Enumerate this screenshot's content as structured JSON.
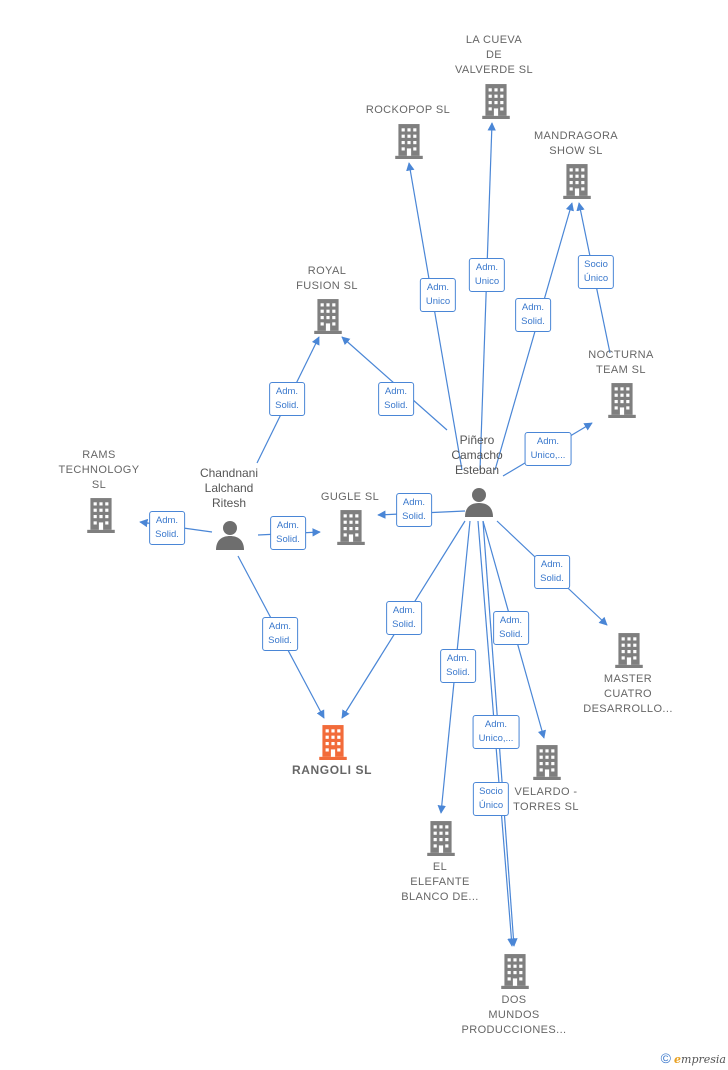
{
  "colors": {
    "edge": "#4a86d6",
    "company": "#7f7f7f",
    "highlight": "#f26b3a",
    "person": "#6e6e6e"
  },
  "nodes": [
    {
      "id": "la-cueva",
      "type": "company",
      "label": "LA CUEVA\nDE\nVALVERDE  SL"
    },
    {
      "id": "rockopop",
      "type": "company",
      "label": "ROCKOPOP  SL"
    },
    {
      "id": "mandragora",
      "type": "company",
      "label": "MANDRAGORA\nSHOW  SL"
    },
    {
      "id": "royal-fusion",
      "type": "company",
      "label": "ROYAL\nFUSION  SL"
    },
    {
      "id": "nocturna",
      "type": "company",
      "label": "NOCTURNA\nTEAM SL"
    },
    {
      "id": "pinero",
      "type": "person",
      "label": "Piñero\nCamacho\nEsteban"
    },
    {
      "id": "chandnani",
      "type": "person",
      "label": "Chandnani\nLalchand\nRitesh"
    },
    {
      "id": "rams",
      "type": "company",
      "label": "RAMS\nTECHNOLOGY\nSL"
    },
    {
      "id": "gugle",
      "type": "company",
      "label": "GUGLE  SL"
    },
    {
      "id": "rangoli",
      "type": "highlight",
      "label": "RANGOLI  SL"
    },
    {
      "id": "master",
      "type": "company",
      "label": "MASTER\nCUATRO\nDESARROLLO..."
    },
    {
      "id": "velardo",
      "type": "company",
      "label": "VELARDO -\nTORRES  SL"
    },
    {
      "id": "elefante",
      "type": "company",
      "label": "EL\nELEFANTE\nBLANCO DE..."
    },
    {
      "id": "dos-mundos",
      "type": "company",
      "label": "DOS\nMUNDOS\nPRODUCCIONES..."
    }
  ],
  "edges": [
    {
      "from": "pinero",
      "to": "rockopop",
      "label": "Adm.\nUnico"
    },
    {
      "from": "pinero",
      "to": "la-cueva",
      "label": "Adm.\nUnico"
    },
    {
      "from": "pinero",
      "to": "mandragora",
      "label": "Adm.\nSolid."
    },
    {
      "from": "nocturna",
      "to": "mandragora",
      "label": "Socio\nÚnico"
    },
    {
      "from": "pinero",
      "to": "royal-fusion",
      "label": "Adm.\nSolid."
    },
    {
      "from": "chandnani",
      "to": "royal-fusion",
      "label": "Adm.\nSolid."
    },
    {
      "from": "pinero",
      "to": "nocturna",
      "label": "Adm.\nUnico,..."
    },
    {
      "from": "chandnani",
      "to": "rams",
      "label": "Adm.\nSolid."
    },
    {
      "from": "chandnani",
      "to": "gugle",
      "label": "Adm.\nSolid."
    },
    {
      "from": "pinero",
      "to": "gugle",
      "label": "Adm.\nSolid."
    },
    {
      "from": "chandnani",
      "to": "rangoli",
      "label": "Adm.\nSolid."
    },
    {
      "from": "pinero",
      "to": "rangoli",
      "label": "Adm.\nSolid."
    },
    {
      "from": "pinero",
      "to": "master",
      "label": "Adm.\nSolid."
    },
    {
      "from": "pinero",
      "to": "velardo",
      "label": "Adm.\nSolid."
    },
    {
      "from": "pinero",
      "to": "elefante",
      "label": "Adm.\nSolid."
    },
    {
      "from": "pinero",
      "to": "dos-mundos",
      "label": "Adm.\nUnico,..."
    },
    {
      "from": "pinero",
      "to": "dos-mundos",
      "label": "Socio\nÚnico"
    }
  ],
  "footer": {
    "copyright": "©",
    "brand_initial": "e",
    "brand_rest": "mpresia"
  }
}
